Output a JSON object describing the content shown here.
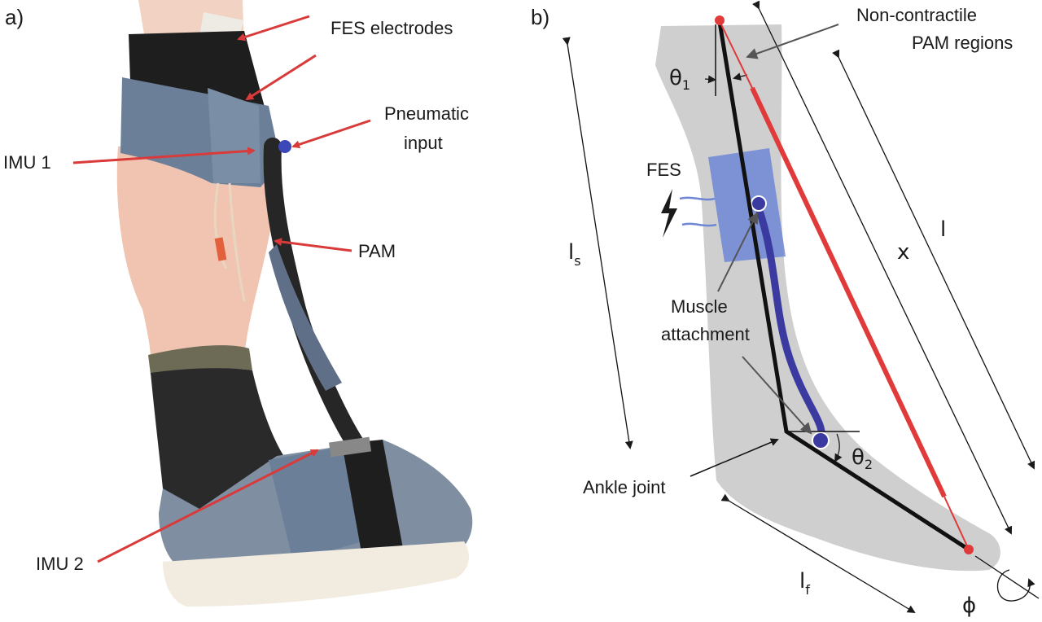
{
  "panel_a": {
    "label": "a)",
    "labels": {
      "fes_electrodes": "FES electrodes",
      "pneumatic_input": "Pneumatic input",
      "pneumatic_line1": "Pneumatic",
      "pneumatic_line2": "input",
      "imu1": "IMU 1",
      "pam": "PAM",
      "imu2": "IMU 2"
    }
  },
  "panel_b": {
    "label": "b)",
    "labels": {
      "noncontractile_line1": "Non-contractile",
      "noncontractile_line2": "PAM regions",
      "fes": "FES",
      "muscle_line1": "Muscle",
      "muscle_line2": "attachment",
      "ankle_joint": "Ankle joint"
    },
    "symbols": {
      "theta1": "θ",
      "theta1_sub": "1",
      "theta2": "θ",
      "theta2_sub": "2",
      "ls": "l",
      "ls_sub": "s",
      "lf": "l",
      "lf_sub": "f",
      "x": "x",
      "l": "l",
      "phi": "ϕ"
    }
  },
  "colors": {
    "arrow_red": "#d93a3a",
    "pam_red": "#e03a3a",
    "muscle_blue": "#3a3aa0",
    "fes_pad": "#6f86d6",
    "leg_grey": "#cfcfcf",
    "sock": "#2a2a2a",
    "denim": "#6b7f99",
    "skin": "#f2c9b5",
    "shoe": "#7f8ea1",
    "sole": "#f1ebe0"
  }
}
